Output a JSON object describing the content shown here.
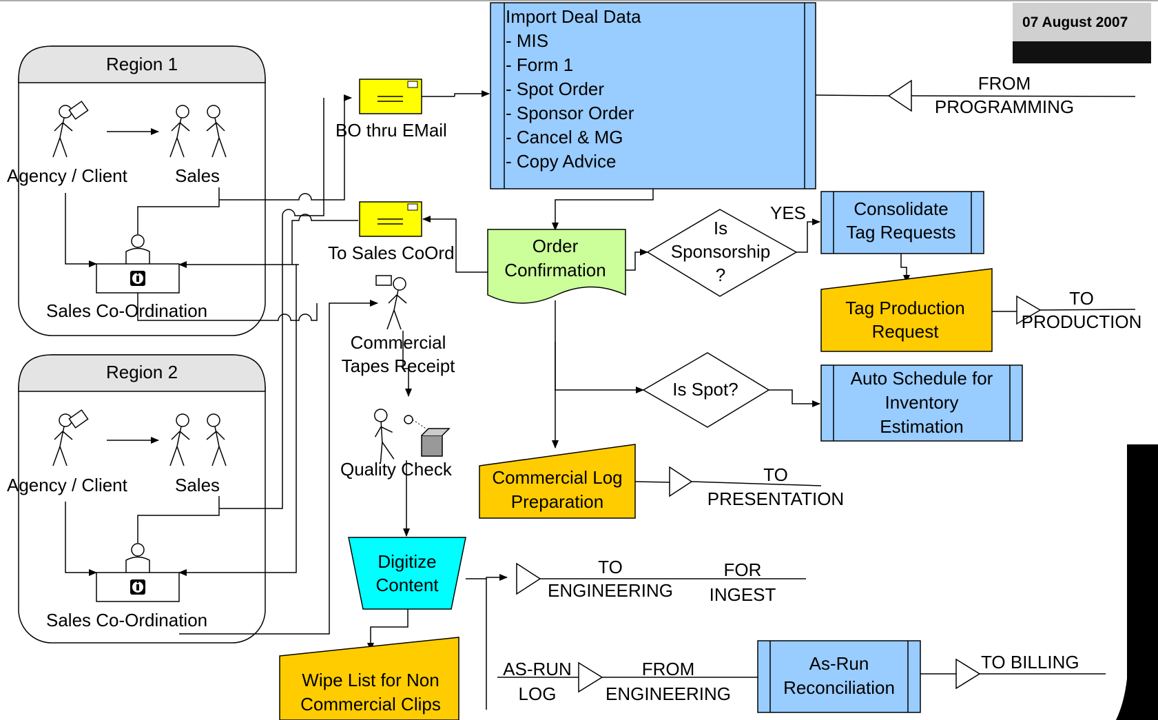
{
  "date": "07 August 2007",
  "regions": [
    {
      "title": "Region 1",
      "agency": "Agency / Client",
      "sales": "Sales",
      "coordination": "Sales Co-Ordination"
    },
    {
      "title": "Region 2",
      "agency": "Agency / Client",
      "sales": "Sales",
      "coordination": "Sales Co-Ordination"
    }
  ],
  "mail": {
    "bo_email": "BO thru EMail",
    "to_sales_coord": "To Sales CoOrd"
  },
  "import_deal": {
    "lines": [
      "Import Deal Data",
      "- MIS",
      "- Form 1",
      "- Spot Order",
      "- Sponsor Order",
      "- Cancel & MG",
      "- Copy Advice"
    ]
  },
  "from_programming": {
    "line1": "FROM",
    "line2": "PROGRAMMING"
  },
  "order_confirmation": {
    "line1": "Order",
    "line2": "Confirmation"
  },
  "is_sponsorship": {
    "line1": "Is",
    "line2": "Sponsorship",
    "line3": "?"
  },
  "yes": "YES",
  "consolidate": {
    "line1": "Consolidate",
    "line2": "Tag Requests"
  },
  "tag_production": {
    "line1": "Tag Production",
    "line2": "Request"
  },
  "to_production": {
    "line1": "TO",
    "line2": "PRODUCTION"
  },
  "is_spot": "Is Spot?",
  "auto_schedule": {
    "line1": "Auto Schedule for",
    "line2": "Inventory",
    "line3": "Estimation"
  },
  "tapes_receipt": {
    "line1": "Commercial",
    "line2": "Tapes Receipt"
  },
  "quality_check": "Quality Check",
  "commercial_log": {
    "line1": "Commercial Log",
    "line2": "Preparation"
  },
  "to_presentation": {
    "line1": "TO",
    "line2": "PRESENTATION"
  },
  "digitize": {
    "line1": "Digitize",
    "line2": "Content"
  },
  "to_engineering": {
    "line1": "TO",
    "line2": "ENGINEERING"
  },
  "for_ingest": {
    "line1": "FOR",
    "line2": "INGEST"
  },
  "wipe_list": {
    "line1": "Wipe List for Non",
    "line2": "Commercial Clips"
  },
  "as_run_log": {
    "line1": "AS-RUN",
    "line2": "LOG"
  },
  "from_engineering": {
    "line1": "FROM",
    "line2": "ENGINEERING"
  },
  "as_run_recon": {
    "line1": "As-Run",
    "line2": "Reconciliation"
  },
  "to_billing": "TO BILLING",
  "colors": {
    "blue_process": "#99ccff",
    "green_doc": "#ccff99",
    "orange_manual": "#ffcc00",
    "cyan_trap": "#00ffff",
    "mail_yellow": "#ffff00"
  }
}
